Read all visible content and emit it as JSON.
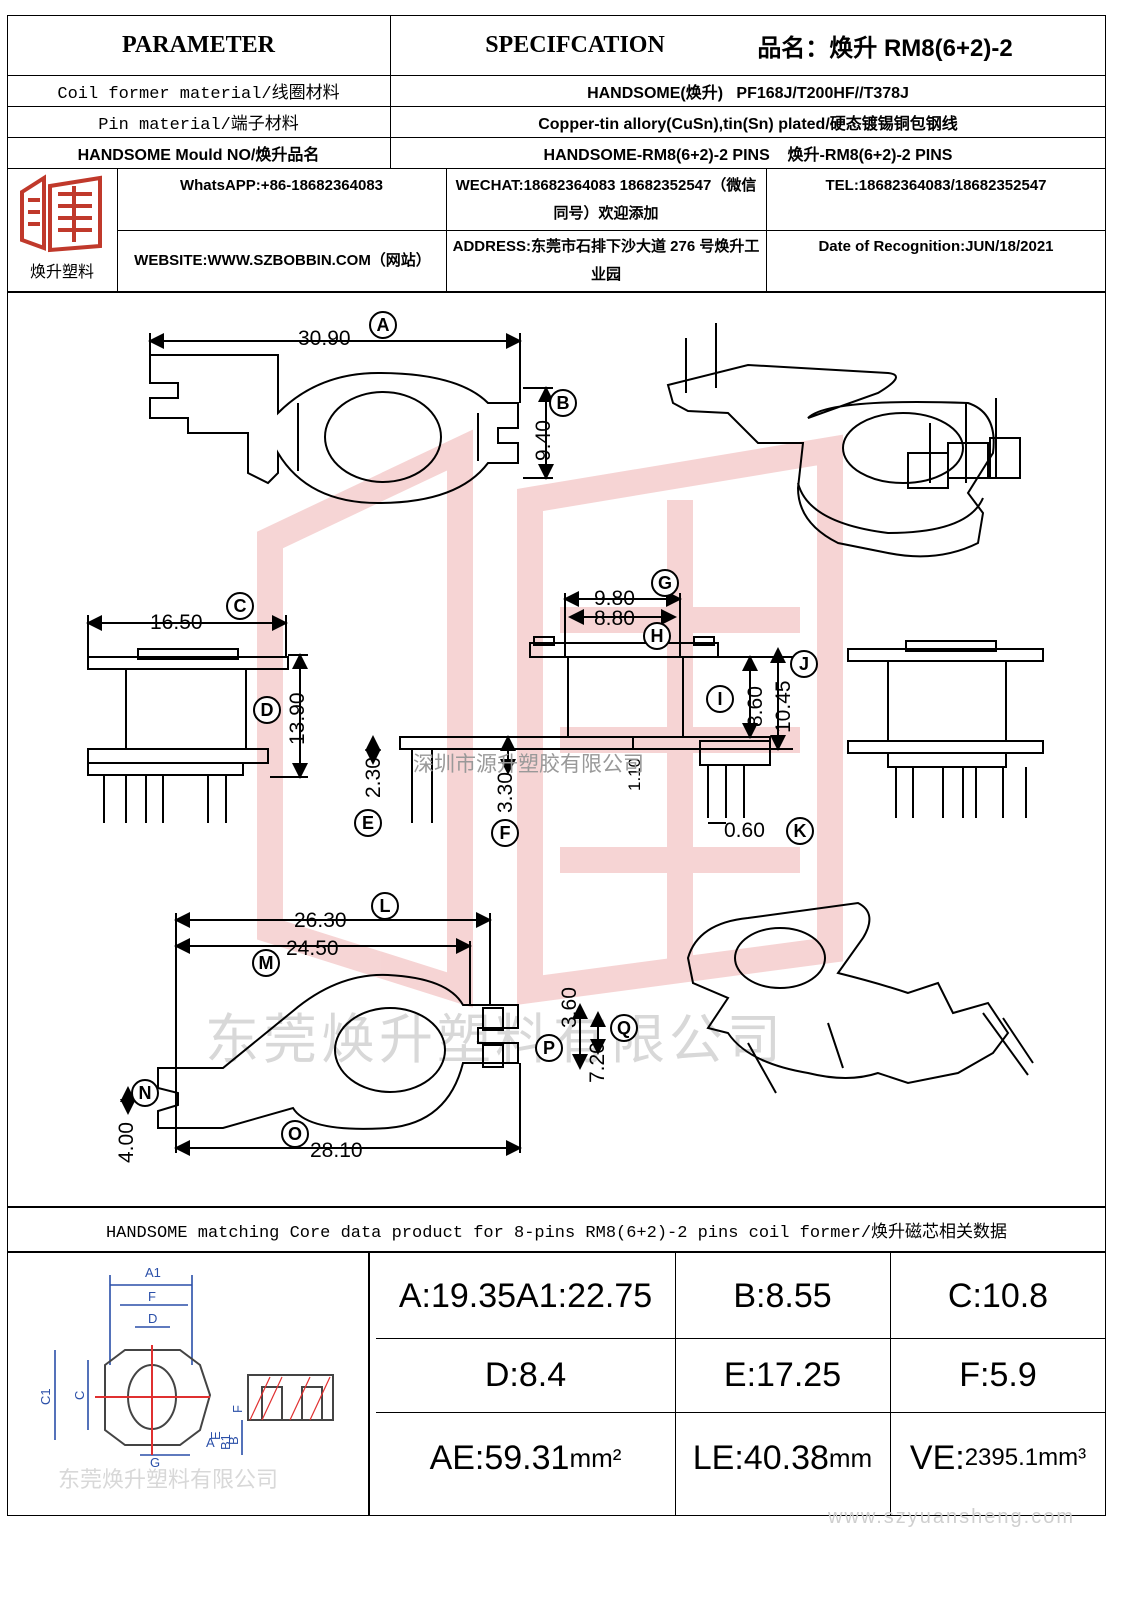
{
  "header": {
    "parameter": "PARAMETER",
    "specification": "SPECIFCATION",
    "product_name": "品名：焕升 RM8(6+2)-2"
  },
  "rows": [
    {
      "label": "Coil former material/线圈材料",
      "value": "HANDSOME(焕升)   PF168J/T200HF//T378J"
    },
    {
      "label": "Pin material/端子材料",
      "value": "Copper-tin allory(CuSn),tin(Sn) plated/硬态镀锡铜包钢线"
    },
    {
      "label": "HANDSOME Mould NO/焕升品名",
      "value": "HANDSOME-RM8(6+2)-2 PINS    焕升-RM8(6+2)-2 PINS"
    }
  ],
  "contact": {
    "logo_text": "焕升塑料",
    "whatsapp": "WhatsAPP:+86-18682364083",
    "wechat": "WECHAT:18682364083 18682352547（微信同号）欢迎添加",
    "tel": "TEL:18682364083/18682352547",
    "website": "WEBSITE:WWW.SZBOBBIN.COM（网站）",
    "address": "ADDRESS:东莞市石排下沙大道 276 号焕升工业园",
    "date": "Date of Recognition:JUN/18/2021"
  },
  "dimensions": {
    "A": "30.90",
    "B": "9.40",
    "C": "16.50",
    "D": "13.90",
    "G": "9.80",
    "H": "8.80",
    "J": "10.45",
    "I": "8.60",
    "E": "2.30",
    "F": "3.30",
    "Fi": "1.10",
    "K": "0.60",
    "L": "26.30",
    "M": "24.50",
    "Q": "7.20",
    "P": "3.60",
    "N": "4.00",
    "O": "28.10",
    "letters": [
      "A",
      "B",
      "C",
      "D",
      "E",
      "F",
      "G",
      "H",
      "I",
      "J",
      "K",
      "L",
      "M",
      "N",
      "O",
      "P",
      "Q"
    ]
  },
  "drawing_watermark": "深圳市源升塑胶有限公司",
  "watermark_main": "东莞焕升塑料有限公司",
  "core_title": "HANDSOME matching Core data  product for 8-pins RM8(6+2)-2 pins coil former/焕升磁芯相关数据",
  "core_labels": [
    "A1",
    "F",
    "D",
    "C1",
    "C",
    "B",
    "G",
    "A",
    "F",
    "E",
    "B1"
  ],
  "core_watermark": "东莞焕升塑料有限公司",
  "core_data": {
    "r1": [
      "A:19.35A1:22.75",
      "B:8.55",
      "C:10.8"
    ],
    "r2": [
      "D:8.4",
      "E:17.25",
      "F:5.9"
    ],
    "ae_label": "AE:59.31",
    "ae_unit": "mm²",
    "le_label": "LE:40.38",
    "le_unit": "mm",
    "ve_label": "VE:",
    "ve_value": "2395.1mm³"
  },
  "footer_url": "www.szyuansheng.com",
  "colors": {
    "logo_red": "#c0392b",
    "dim_blue": "#2a4fa8",
    "core_red": "#e03030",
    "watermark": "#d8d8d8"
  }
}
